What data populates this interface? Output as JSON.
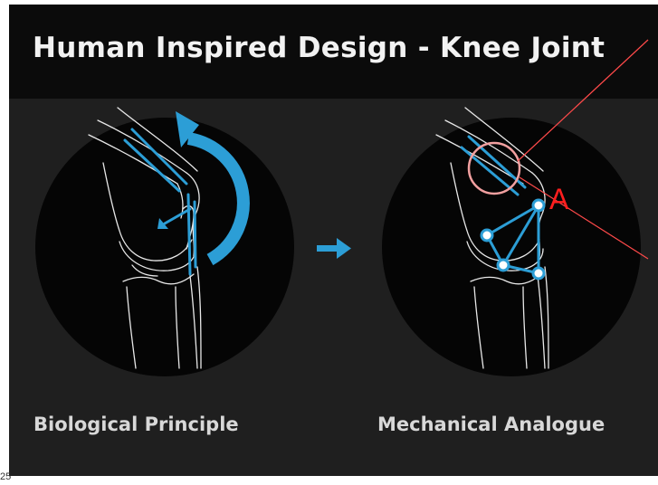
{
  "slide": {
    "title": "Human Inspired Design - Knee Joint",
    "left_caption": "Biological Principle",
    "right_caption": "Mechanical Analogue"
  },
  "annotation": {
    "label": "A"
  },
  "page_number": "25",
  "colors": {
    "background": "#1f1f1f",
    "title_bar": "#0b0b0b",
    "accent_blue": "#2c9ed6",
    "annotation_red": "#ff1e1e",
    "circle_pink": "#f2a0a0"
  }
}
